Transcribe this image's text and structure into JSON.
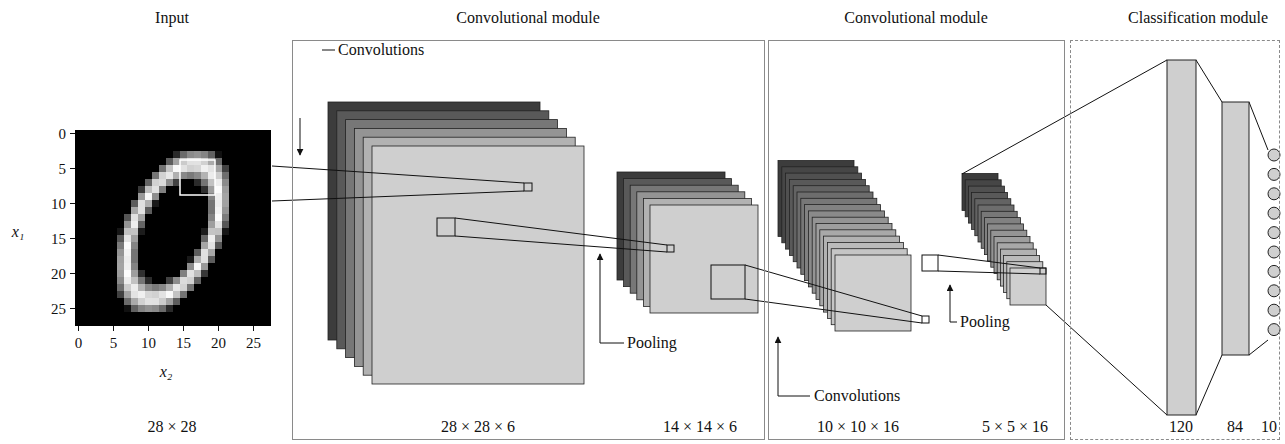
{
  "diagram": {
    "nodes": [
      {
        "text": [
          "Convolutional module",
          "Convolutions",
          "Pooling",
          "28 × 28 × 6",
          "14 × 14 × 6"
        ]
      },
      {
        "text": [
          "Convolutional module",
          "Convolutions",
          "Pooling",
          "10 × 10 × 16",
          "5 × 5 × 16"
        ]
      },
      {
        "text": [
          "Classification module",
          "120",
          "84",
          "10"
        ]
      }
    ],
    "labels": [
      "Input",
      "0",
      "5",
      "10",
      "15",
      "20",
      "25",
      "0",
      "5",
      "10",
      "15",
      "20",
      "25",
      "x₁",
      "x₂",
      "28 × 28"
    ]
  }
}
